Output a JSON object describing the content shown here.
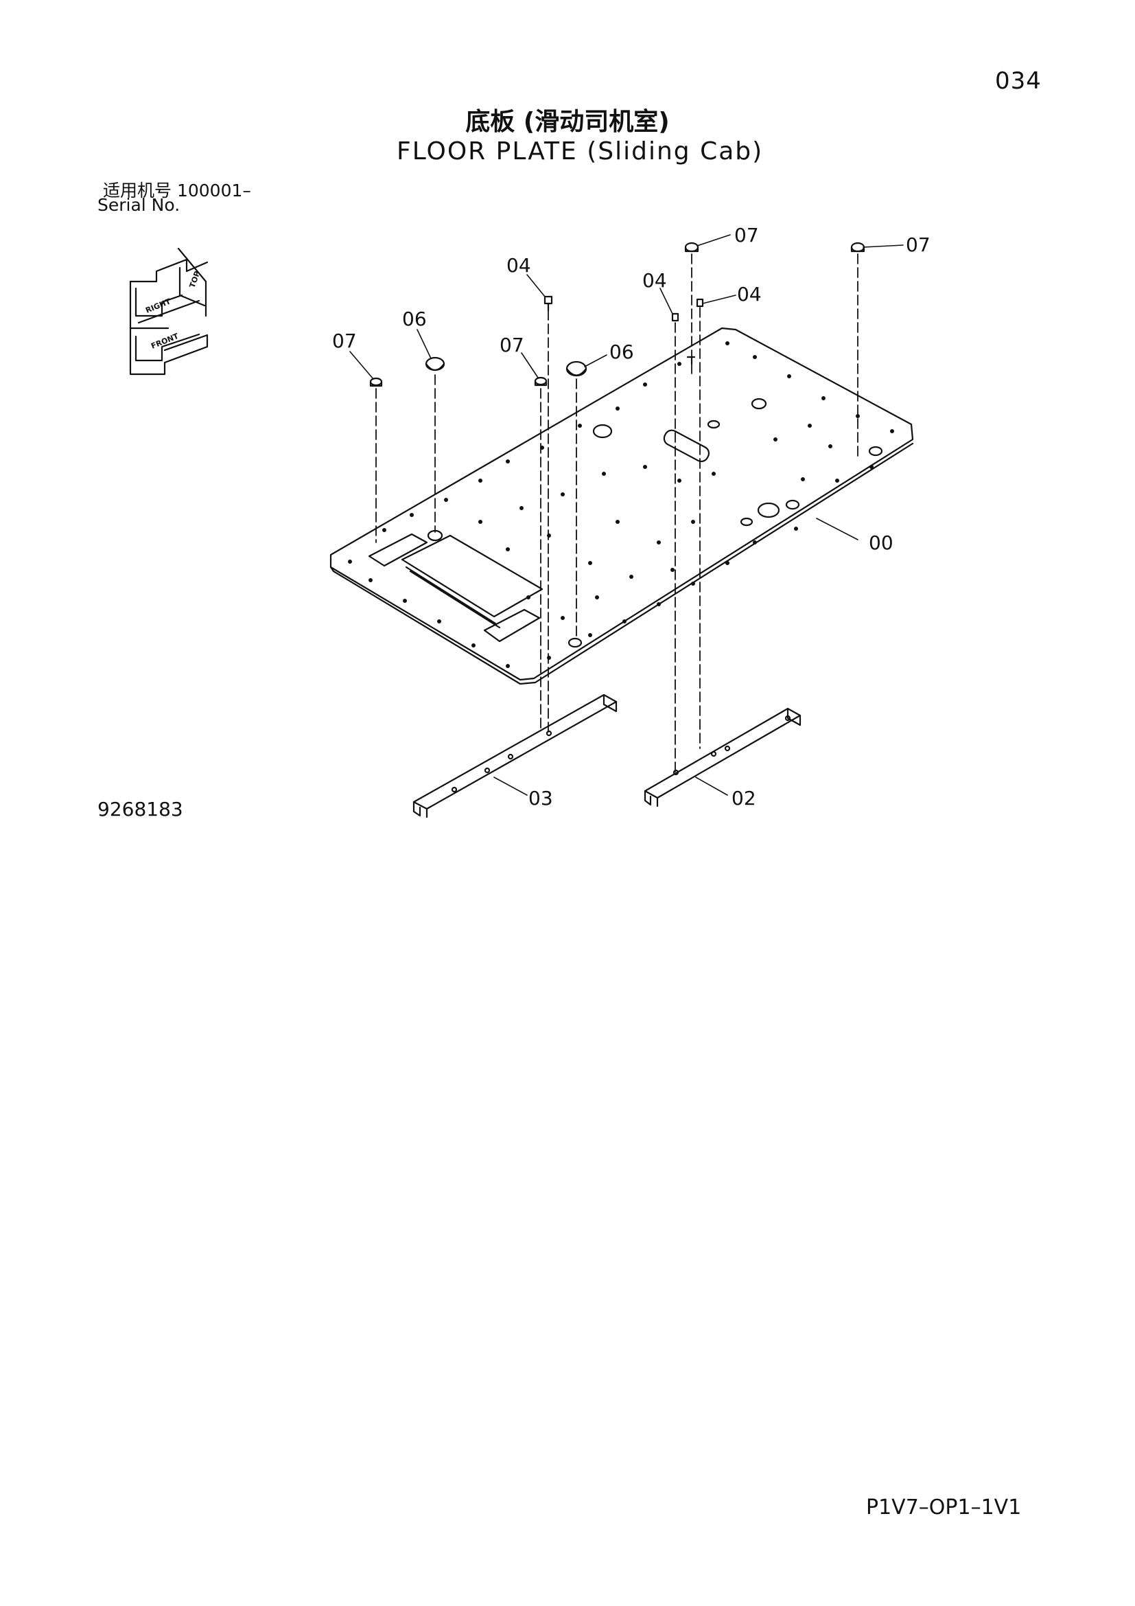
{
  "page_number": "034",
  "title_cn": "底板 (滑动司机室)",
  "title_en": "FLOOR PLATE (Sliding Cab)",
  "serial_cn": "适用机号 100001–",
  "serial_en": "Serial No.",
  "drawing_number": "9268183",
  "catalog_code": "P1V7–OP1–1V1",
  "orientation": {
    "top": "TOP",
    "right": "RIGHT",
    "front": "FRONT"
  },
  "callouts": {
    "c07_top": "07",
    "c07_right": "07",
    "c04_left": "04",
    "c04_mid": "04",
    "c04_right": "04",
    "c06_left": "06",
    "c06_mid": "06",
    "c07_left": "07",
    "c07_mid": "07",
    "c00": "00",
    "c03": "03",
    "c02": "02"
  }
}
